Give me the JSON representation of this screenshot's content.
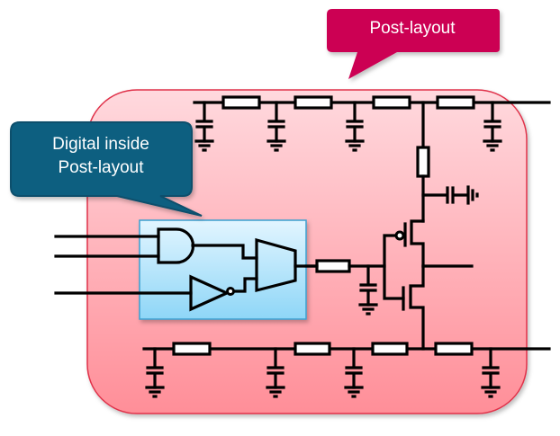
{
  "callouts": {
    "post_layout": {
      "label": "Post-layout",
      "color": "#cc0052"
    },
    "digital_inside": {
      "line1": "Digital inside",
      "line2": "Post-layout",
      "color": "#0b5e80"
    }
  },
  "regions": {
    "post_layout_region": {
      "fill_top": "#ffd6dc",
      "fill_bottom": "#ff8f99",
      "border": "#e0304a"
    },
    "digital_block": {
      "fill_top": "#dff4ff",
      "fill_bottom": "#8fd8f8",
      "border": "#3aa0d0"
    }
  },
  "components": {
    "top_rc_ladder": {
      "resistors": 4,
      "capacitors": 4
    },
    "bottom_rc_ladder": {
      "resistors": 4,
      "capacitors": 4
    },
    "vertical_resistor": 1,
    "decoupling_capacitor": 1,
    "digital_gates": [
      "AND gate",
      "NOT gate (inverter)",
      "MUX"
    ],
    "transistors": [
      "PMOS",
      "NMOS"
    ],
    "inputs": 3
  }
}
